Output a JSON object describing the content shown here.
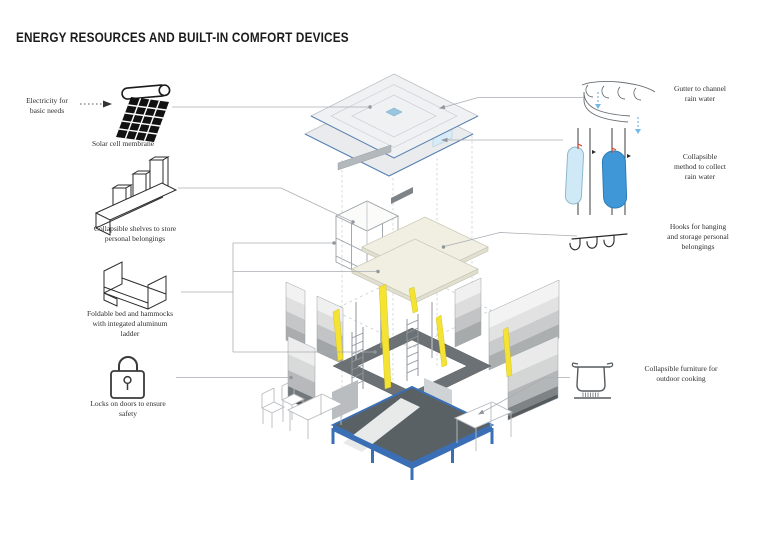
{
  "title": "ENERGY RESOURCES AND BUILT-IN COMFORT DEVICES",
  "annotations": {
    "left": [
      {
        "label": "Electricity for\nbasic needs",
        "icon": "dotted-arrow-icon"
      },
      {
        "label": "Solar cell membrane",
        "icon": "solar-panel-membrane-icon"
      },
      {
        "label": "Collapsible shelves to store\npersonal belongings",
        "icon": "collapsible-shelves-icon"
      },
      {
        "label": "Foldable bed and hammocks\nwith integated aluminum\nladder",
        "icon": "foldable-bed-icon"
      },
      {
        "label": "Locks on doors to ensure\nsafety",
        "icon": "padlock-icon"
      }
    ],
    "right": [
      {
        "label": "Gutter to channel\nrain water",
        "icon": "gutter-icon"
      },
      {
        "label": "Collapsible\nmethod to collect\nrain water",
        "icon": "rain-water-bags-icon"
      },
      {
        "label": "Hooks for hanging\nand storage personal\nbelongings",
        "icon": "hooks-icon"
      },
      {
        "label": "Collapsible furniture for\noutdoor cooking",
        "icon": "cooking-pot-icon"
      }
    ]
  },
  "colors": {
    "platform_frame_blue": "#3b6fb5",
    "hammock_strap_yellow": "#f2e22e",
    "water_full_blue": "#3f97d8",
    "water_empty_blue": "#cfe9f6",
    "deck_gray": "#5a6165",
    "leader_line_gray": "#a9adb2"
  }
}
